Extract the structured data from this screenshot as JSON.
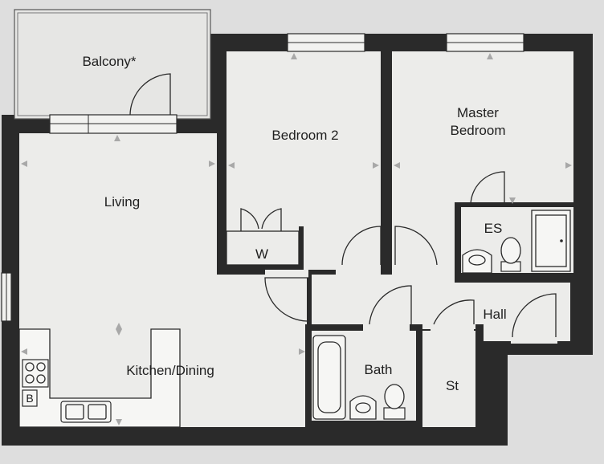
{
  "rooms": {
    "balcony": "Balcony*",
    "bedroom_2": "Bedroom 2",
    "master_line1": "Master",
    "master_line2": "Bedroom",
    "living": "Living",
    "wardrobe": "W",
    "ensuite": "ES",
    "hall": "Hall",
    "kitchen_dining": "Kitchen/Dining",
    "bath": "Bath",
    "store": "St",
    "boiler": "B"
  },
  "colors": {
    "wall": "#2a2a2a",
    "floor": "#ececea",
    "background": "#dedede"
  }
}
